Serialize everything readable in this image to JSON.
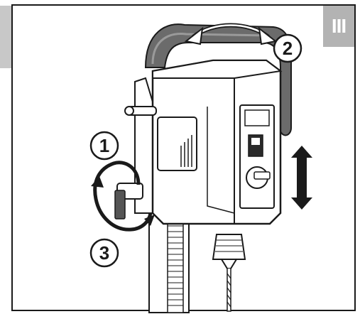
{
  "step_badge": "III",
  "callouts": {
    "one": "1",
    "two": "2",
    "three": "3"
  },
  "colors": {
    "frame": "#1a1a1a",
    "badge": "#b3b3b3",
    "side_tab": "#c8c8c8",
    "handle": "#6b6b6b",
    "body": "#ffffff"
  }
}
